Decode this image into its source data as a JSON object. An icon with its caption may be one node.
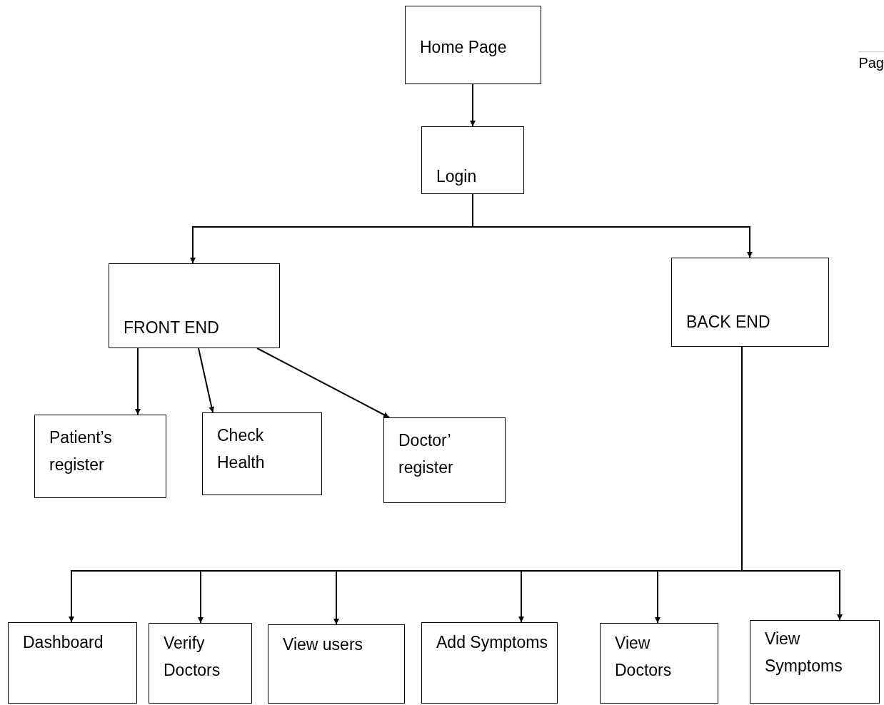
{
  "diagram": {
    "nodes": [
      {
        "text": [
          "Home Page"
        ]
      },
      {
        "text": [
          "Login"
        ]
      },
      {
        "text": [
          "FRONT END"
        ]
      },
      {
        "text": [
          "BACK END"
        ]
      },
      {
        "text": [
          "Patient’s register"
        ]
      },
      {
        "text": [
          "Check Health"
        ]
      },
      {
        "text": [
          "Doctor’ register"
        ]
      },
      {
        "text": [
          "Dashboard"
        ]
      },
      {
        "text": [
          "Verify Doctors"
        ]
      },
      {
        "text": [
          "View users"
        ]
      },
      {
        "text": [
          "Add Symptoms"
        ]
      },
      {
        "text": [
          "View Doctors"
        ]
      },
      {
        "text": [
          "View Symptoms"
        ]
      }
    ],
    "edges": [
      {
        "from": 0,
        "to": 1,
        "arrow": "to"
      },
      {
        "from": 1,
        "to": 2,
        "arrow": "to"
      },
      {
        "from": 1,
        "to": 3,
        "arrow": "to"
      },
      {
        "from": 2,
        "to": 4,
        "arrow": "to"
      },
      {
        "from": 2,
        "to": 5,
        "arrow": "to"
      },
      {
        "from": 2,
        "to": 6,
        "arrow": "to"
      },
      {
        "from": 3,
        "to": 7,
        "arrow": "to"
      },
      {
        "from": 3,
        "to": 8,
        "arrow": "to"
      },
      {
        "from": 3,
        "to": 9,
        "arrow": "to"
      },
      {
        "from": 3,
        "to": 10,
        "arrow": "to"
      },
      {
        "from": 3,
        "to": 11,
        "arrow": "to"
      },
      {
        "from": 3,
        "to": 12,
        "arrow": "to"
      }
    ],
    "labels": [
      "Pag"
    ]
  }
}
